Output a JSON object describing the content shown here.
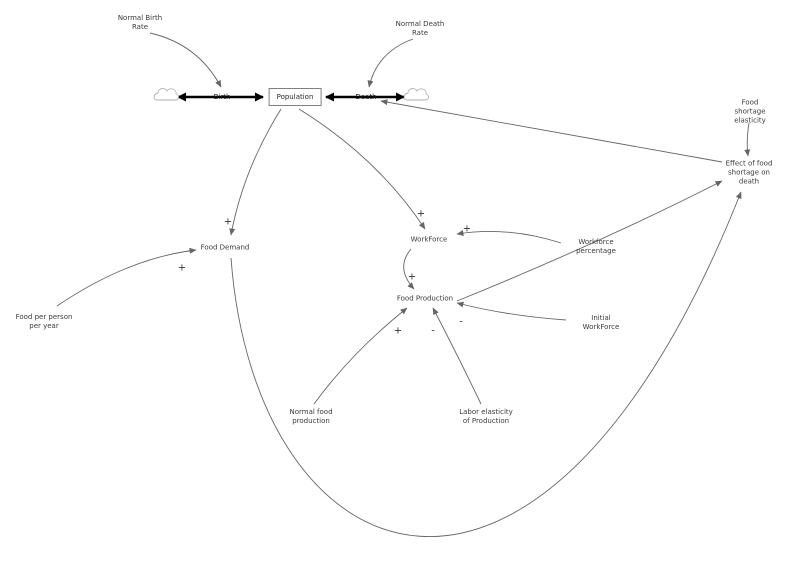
{
  "colors": {
    "background": "#ffffff",
    "connector": "#666666",
    "flow_arrow": "#000000",
    "text": "#3a3a3a",
    "stock_border": "#808080",
    "cloud_stroke": "#b0b0b0"
  },
  "stock": {
    "label": "Population"
  },
  "flows": {
    "birth": {
      "label": "Birth"
    },
    "death": {
      "label": "Death"
    }
  },
  "icons": {
    "source_cloud": "cloud-icon",
    "sink_cloud": "cloud-icon"
  },
  "nodes": {
    "normal_birth_rate": {
      "label": "Normal Birth\nRate"
    },
    "normal_death_rate": {
      "label": "Normal Death\nRate"
    },
    "food_shortage_elasticity": {
      "label": "Food shortage\nelasticity"
    },
    "effect_of_food_shortage_on_death": {
      "label": "Effect of food\nshortage on\ndeath"
    },
    "food_demand": {
      "label": "Food Demand"
    },
    "workforce": {
      "label": "WorkForce"
    },
    "workforce_percentage": {
      "label": "Workforce\npercentage"
    },
    "food_production": {
      "label": "Food Production"
    },
    "initial_workforce": {
      "label": "Initial\nWorkForce"
    },
    "food_per_person_per_year": {
      "label": "Food per person\nper year"
    },
    "normal_food_production": {
      "label": "Normal food\nproduction"
    },
    "labor_elasticity_of_production": {
      "label": "Labor elasticity\nof Production"
    }
  },
  "signs": [
    {
      "symbol": "+",
      "link": "population-to-food-demand"
    },
    {
      "symbol": "+",
      "link": "population-to-workforce"
    },
    {
      "symbol": "+",
      "link": "food-per-person-to-food-demand"
    },
    {
      "symbol": "+",
      "link": "workforce-percentage-to-workforce"
    },
    {
      "symbol": "+",
      "link": "workforce-to-food-production"
    },
    {
      "symbol": "+",
      "link": "normal-food-production-to-food-production"
    },
    {
      "symbol": "-",
      "link": "labor-elasticity-to-food-production"
    },
    {
      "symbol": "-",
      "link": "initial-workforce-to-food-production"
    }
  ]
}
